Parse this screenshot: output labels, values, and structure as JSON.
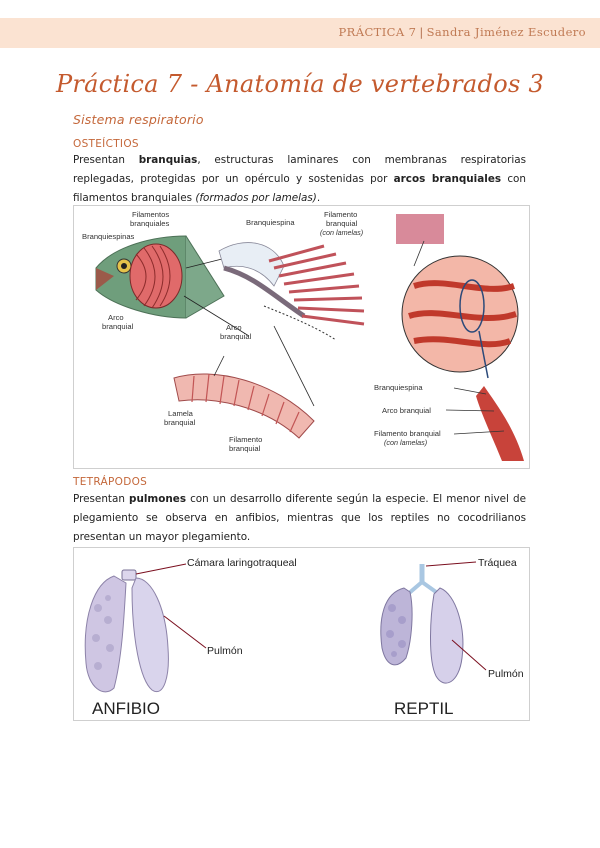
{
  "header": {
    "practice": "PRÁCTICA 7",
    "separator": "|",
    "author": "Sandra Jiménez Escudero"
  },
  "title": "Práctica 7 - Anatomía de vertebrados 3",
  "subtitle": "Sistema respiratorio",
  "osteictios": {
    "heading": "OSTEÍCTIOS",
    "p1": "Presentan ",
    "b1": "branquias",
    "p2": ", estructuras laminares con membranas respiratorias replegadas, protegidas por un opérculo y sostenidas por ",
    "b2": "arcos branquiales",
    "p3": " con filamentos branquiales ",
    "i1": "(formados por lamelas)",
    "p4": "."
  },
  "fig1": {
    "filamentos_branquiales_1": "Filamentos",
    "filamentos_branquiales_2": "branquiales",
    "branquiespinas": "Branquiespinas",
    "branquiespina_top": "Branquiespina",
    "filamento_branquial_1": "Filamento",
    "filamento_branquial_2": "branquial",
    "con_lamelas": "(con lamelas)",
    "arco_branquial_left_1": "Arco",
    "arco_branquial_left_2": "branquial",
    "arco_branquial_mid_1": "Arco",
    "arco_branquial_mid_2": "branquial",
    "lamela_1": "Lamela",
    "lamela_2": "branquial",
    "filamento_bottom_1": "Filamento",
    "filamento_bottom_2": "branquial",
    "right_branquiespina": "Branquiespina",
    "right_arco": "Arco branquial",
    "right_filamento": "Filamento branquial",
    "right_con_lamelas": "(con lamelas)"
  },
  "tetrapodos": {
    "heading": "TETRÁPODOS",
    "p1": "Presentan ",
    "b1": "pulmones",
    "p2": " con un desarrollo diferente según la especie. El menor nivel de plegamiento se observa en anfibios, mientras que los reptiles no cocodrilianos presentan un mayor plegamiento."
  },
  "fig2": {
    "camara": "Cámara laringotraqueal",
    "pulmon_left": "Pulmón",
    "anfibio": "ANFIBIO",
    "traquea": "Tráquea",
    "pulmon_right": "Pulmón",
    "reptil": "REPTIL"
  }
}
